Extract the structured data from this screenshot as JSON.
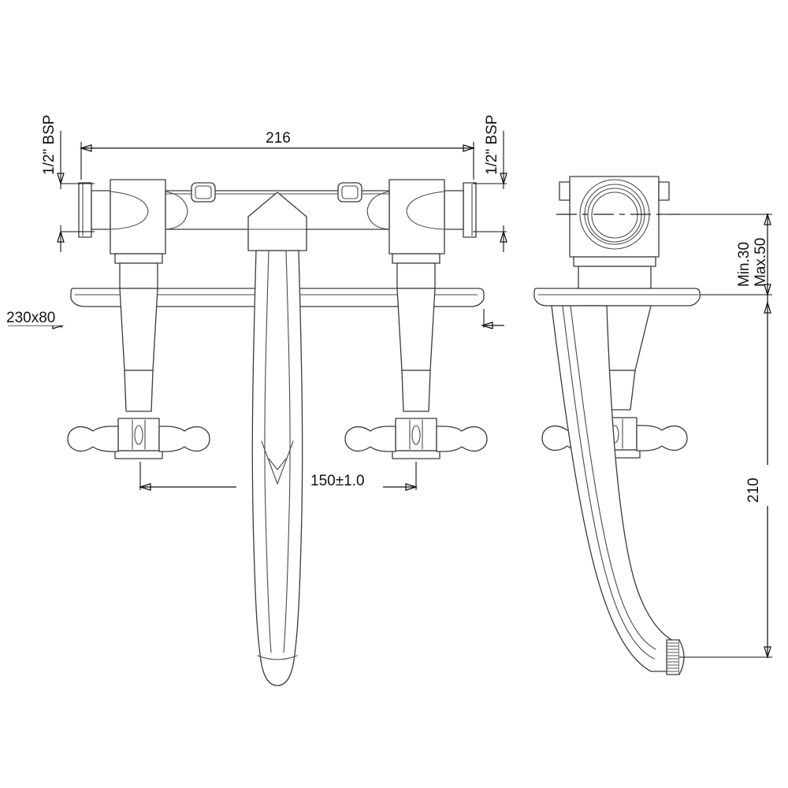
{
  "drawing": {
    "title": "Wall-mounted bath filler technical drawing",
    "background_color": "#ffffff",
    "line_color": "#3a3a3a",
    "dim_color": "#111111"
  },
  "dimensions": {
    "overall_width": "216",
    "inlet_thread_left": "1/2\" BSP",
    "inlet_thread_right": "1/2\" BSP",
    "backplate_size": "230x80",
    "centre_distance": "150±1.0",
    "wall_offset_min": "Min.30",
    "wall_offset_max": "Max.50",
    "spout_projection": "210"
  },
  "views": {
    "front": {
      "name": "front-elevation"
    },
    "side": {
      "name": "side-elevation"
    }
  },
  "parts": {
    "body": "mixer-body",
    "left_inlet": "left-inlet-union",
    "right_inlet": "right-inlet-union",
    "left_handle": "left-cross-handle",
    "right_handle": "right-cross-handle",
    "spout": "curved-spout",
    "backplate": "wall-backplate",
    "aerator": "spout-aerator",
    "diverter_button_left": "diverter-button-left",
    "diverter_button_right": "diverter-button-right"
  }
}
